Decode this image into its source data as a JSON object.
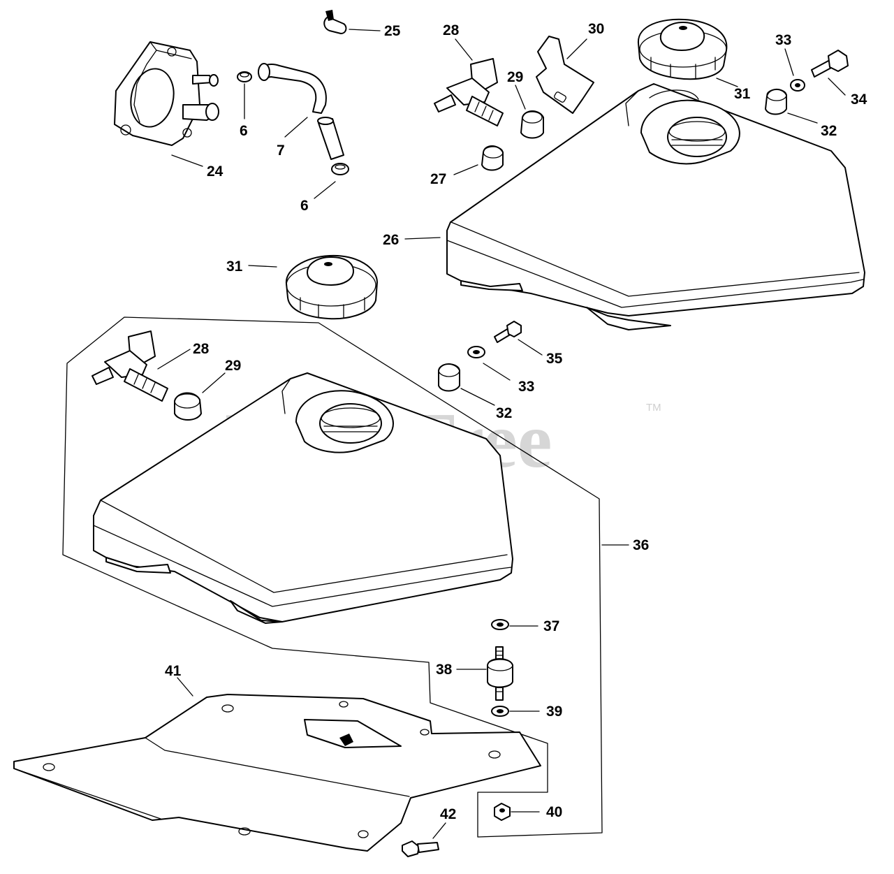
{
  "watermark": {
    "text": "PartsTree",
    "trademark": "TM"
  },
  "callouts": [
    {
      "id": "c25",
      "text": "25"
    },
    {
      "id": "c24",
      "text": "24"
    },
    {
      "id": "c6a",
      "text": "6"
    },
    {
      "id": "c7",
      "text": "7"
    },
    {
      "id": "c6b",
      "text": "6"
    },
    {
      "id": "c28a",
      "text": "28"
    },
    {
      "id": "c29a",
      "text": "29"
    },
    {
      "id": "c30",
      "text": "30"
    },
    {
      "id": "c27",
      "text": "27"
    },
    {
      "id": "c31a",
      "text": "31"
    },
    {
      "id": "c33a",
      "text": "33"
    },
    {
      "id": "c34",
      "text": "34"
    },
    {
      "id": "c32a",
      "text": "32"
    },
    {
      "id": "c26",
      "text": "26"
    },
    {
      "id": "c31b",
      "text": "31"
    },
    {
      "id": "c28b",
      "text": "28"
    },
    {
      "id": "c29b",
      "text": "29"
    },
    {
      "id": "c35",
      "text": "35"
    },
    {
      "id": "c33b",
      "text": "33"
    },
    {
      "id": "c32b",
      "text": "32"
    },
    {
      "id": "c36",
      "text": "36"
    },
    {
      "id": "c37",
      "text": "37"
    },
    {
      "id": "c38",
      "text": "38"
    },
    {
      "id": "c39",
      "text": "39"
    },
    {
      "id": "c41",
      "text": "41"
    },
    {
      "id": "c40",
      "text": "40"
    },
    {
      "id": "c42",
      "text": "42"
    }
  ]
}
